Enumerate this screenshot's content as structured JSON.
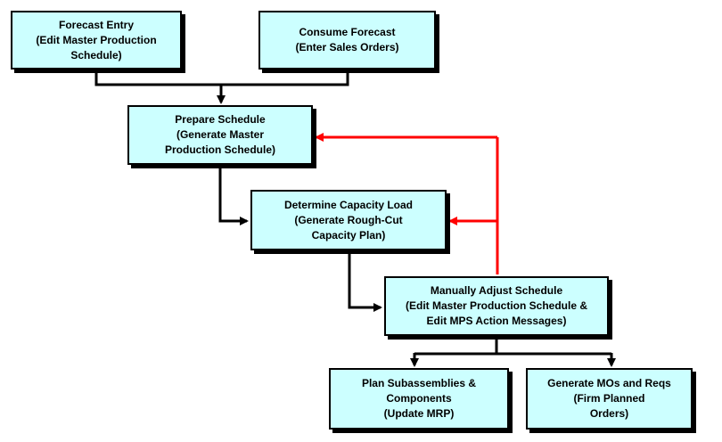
{
  "boxes": {
    "forecast_entry": [
      "Forecast Entry",
      "(Edit Master Production",
      "Schedule)"
    ],
    "consume_forecast": [
      "Consume Forecast",
      "(Enter Sales Orders)"
    ],
    "prepare_schedule": [
      "Prepare Schedule",
      "(Generate Master",
      "Production Schedule)"
    ],
    "determine_capacity": [
      "Determine Capacity Load",
      "(Generate Rough-Cut",
      "Capacity Plan)"
    ],
    "adjust_schedule": [
      "Manually Adjust Schedule",
      "(Edit Master Production Schedule &",
      "Edit MPS Action Messages)"
    ],
    "plan_subassemblies": [
      "Plan Subassemblies &",
      "Components",
      "(Update MRP)"
    ],
    "generate_mos": [
      "Generate MOs and Reqs",
      "(Firm Planned",
      "Orders)"
    ]
  },
  "colors": {
    "box_fill": "#ccffff",
    "flow_arrow": "#000000",
    "feedback_arrow": "#ff0000"
  }
}
